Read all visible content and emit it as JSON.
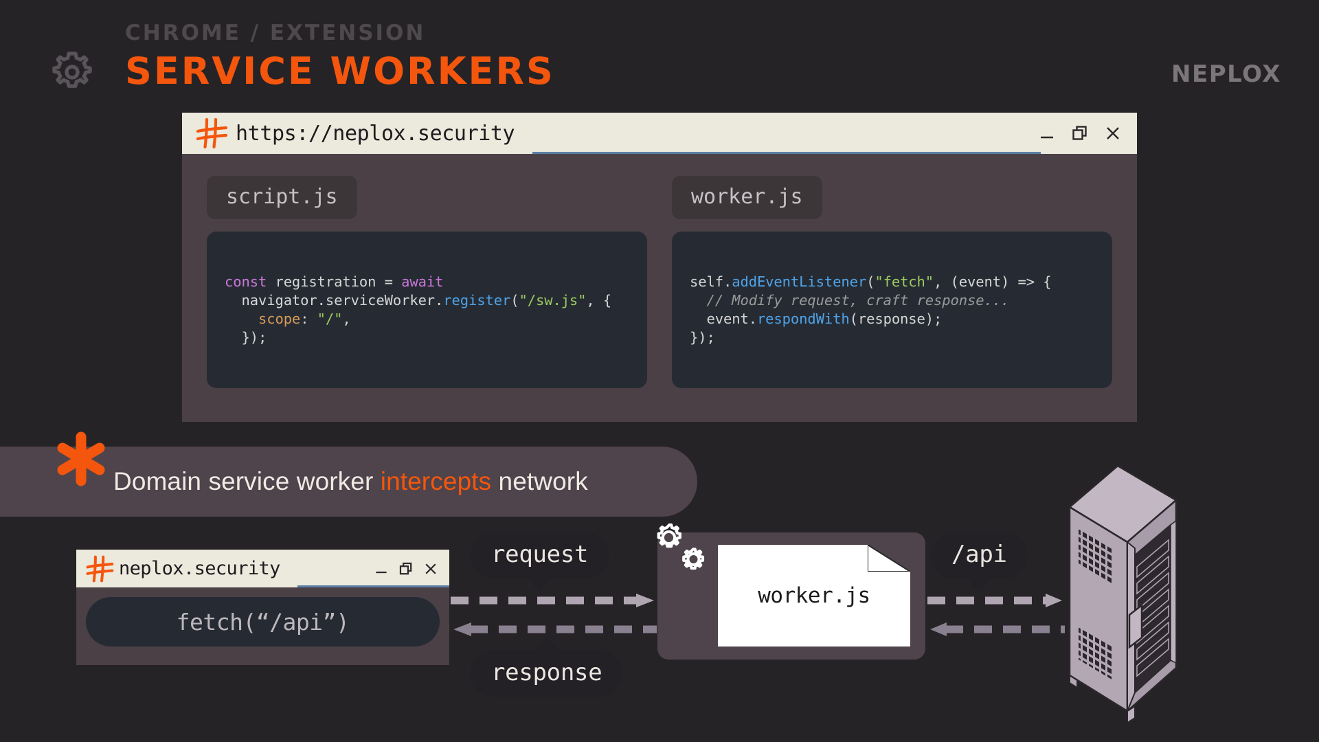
{
  "header": {
    "gear_icon": "gear-icon",
    "eyebrow": "CHROME / EXTENSION",
    "title": "SERVICE WORKERS",
    "brand": "NEPLOX",
    "accent_color": "#f4560d",
    "eyebrow_color": "#4d494c",
    "brand_color": "#7c7679"
  },
  "browser_window": {
    "favicon": "neplox-sharp-icon",
    "url": "https://neplox.security",
    "controls": {
      "minimize": "minimize-icon",
      "restore": "restore-icon",
      "close": "close-icon"
    },
    "panes": [
      {
        "tab_label": "script.js",
        "code_lines": [
          [
            [
              "const ",
              "k-kw"
            ],
            [
              "registration = ",
              "k-pl"
            ],
            [
              "await",
              "k-kw"
            ]
          ],
          [
            [
              "  navigator.serviceWorker.",
              "k-pl"
            ],
            [
              "register",
              "k-fn"
            ],
            [
              "(",
              "k-pl"
            ],
            [
              "\"/sw.js\"",
              "k-str"
            ],
            [
              ", {",
              "k-pl"
            ]
          ],
          [
            [
              "    scope",
              "k-prop"
            ],
            [
              ": ",
              "k-pl"
            ],
            [
              "\"/\"",
              "k-str"
            ],
            [
              ",",
              "k-pl"
            ]
          ],
          [
            [
              "  });",
              "k-pl"
            ]
          ]
        ]
      },
      {
        "tab_label": "worker.js",
        "code_lines": [
          [
            [
              "self.",
              "k-pl"
            ],
            [
              "addEventListener",
              "k-fn"
            ],
            [
              "(",
              "k-pl"
            ],
            [
              "\"fetch\"",
              "k-str"
            ],
            [
              ", (event) => {",
              "k-pl"
            ]
          ],
          [
            [
              "  // Modify request, craft response...",
              "k-com"
            ]
          ],
          [
            [
              "  event.",
              "k-pl"
            ],
            [
              "respondWith",
              "k-fn"
            ],
            [
              "(response);",
              "k-pl"
            ]
          ],
          [
            [
              "});",
              "k-pl"
            ]
          ]
        ]
      }
    ]
  },
  "callout": {
    "asterisk_icon": "asterisk-icon",
    "text_before": "Domain service worker ",
    "text_highlight": "intercepts",
    "text_after": " network",
    "highlight_color": "#f4560d",
    "background_color": "#4f444b"
  },
  "flow": {
    "client_window": {
      "favicon": "neplox-sharp-icon",
      "url": "neplox.security",
      "controls": {
        "minimize": "minimize-icon",
        "restore": "restore-icon",
        "close": "close-icon"
      },
      "code_pill": "fetch(“/api”)"
    },
    "labels": {
      "request": "request",
      "response": "response",
      "api": "/api"
    },
    "worker": {
      "gears_icon": "gears-icon",
      "document_label": "worker.js"
    },
    "server": {
      "icon": "server-rack-icon",
      "color": "#b3a7b4"
    }
  }
}
